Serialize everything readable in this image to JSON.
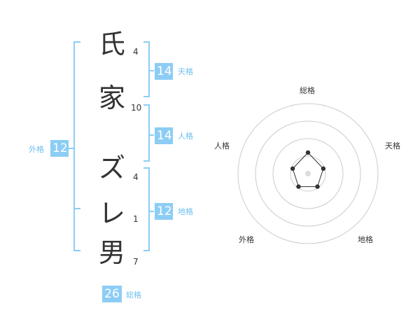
{
  "name": {
    "characters": [
      {
        "char": "氏",
        "strokes": "4"
      },
      {
        "char": "家",
        "strokes": "10"
      },
      {
        "char": "ズ",
        "strokes": "4"
      },
      {
        "char": "レ",
        "strokes": "1"
      },
      {
        "char": "男",
        "strokes": "7"
      }
    ]
  },
  "kakusu": {
    "tenkaku": {
      "value": "14",
      "label": "天格"
    },
    "jinkaku": {
      "value": "14",
      "label": "人格"
    },
    "chikaku": {
      "value": "12",
      "label": "地格"
    },
    "gaikaku": {
      "value": "12",
      "label": "外格"
    },
    "soukaku": {
      "value": "26",
      "label": "総格"
    }
  },
  "radar": {
    "labels": [
      "総格",
      "天格",
      "地格",
      "外格",
      "人格"
    ],
    "levels": 4,
    "values": [
      0.3,
      0.23,
      0.23,
      0.23,
      0.23
    ],
    "colors": {
      "ring": "#cccccc",
      "line": "#333333",
      "center": "#dddddd"
    }
  },
  "colors": {
    "accent": "#8ccdf5",
    "label": "#6fc0ef",
    "bracket": "#8ccdf5"
  }
}
